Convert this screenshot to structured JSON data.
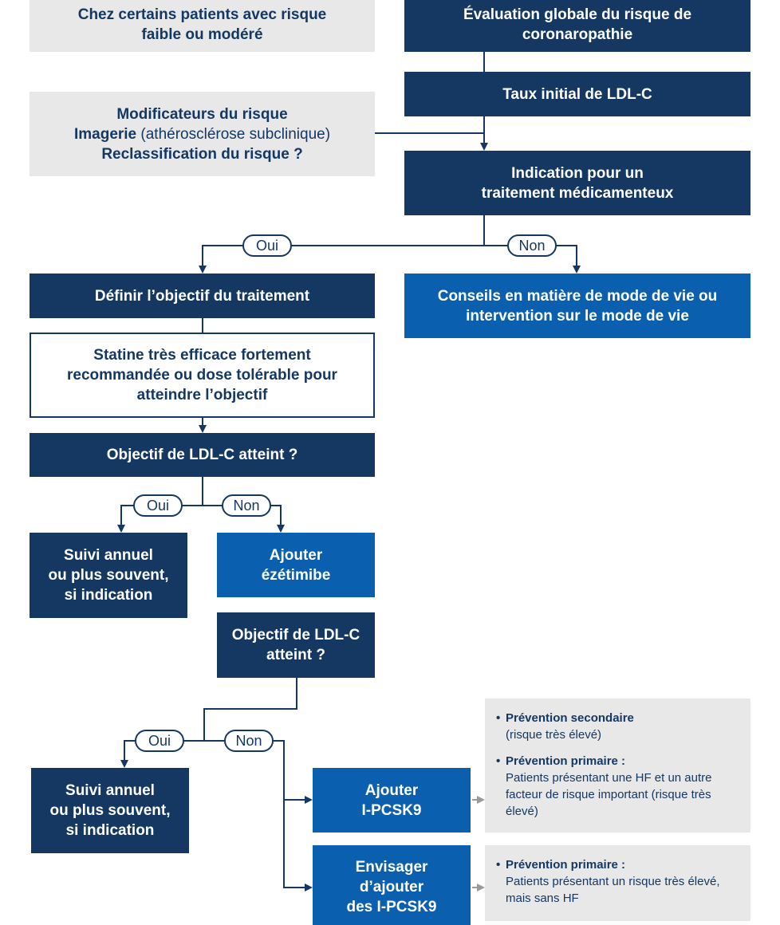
{
  "nodes": {
    "n_low_risk": [
      "Chez certains patients avec risque",
      "faible ou modéré"
    ],
    "n_global_eval": [
      "Évaluation globale du risque de",
      "coronaropathie"
    ],
    "n_ldl_initial": [
      "Taux initial de LDL-C"
    ],
    "n_modifiers": {
      "line1": "Modificateurs du risque",
      "line2_bold": "Imagerie",
      "line2_normal": "(athérosclérose subclinique)",
      "line3": "Reclassification du risque ?"
    },
    "n_indication": [
      "Indication pour un",
      "traitement médicamenteux"
    ],
    "n_define_goal": [
      "Définir l’objectif du traitement"
    ],
    "n_lifestyle": [
      "Conseils en matière de mode de vie ou",
      "intervention sur le mode de vie"
    ],
    "n_statin": [
      "Statine très efficace fortement",
      "recommandée ou dose tolérable pour",
      "atteindre l’objectif"
    ],
    "n_goal_reached_1": [
      "Objectif de LDL-C atteint ?"
    ],
    "n_followup_1": [
      "Suivi annuel",
      "ou plus souvent,",
      "si indication"
    ],
    "n_add_ezetimibe": [
      "Ajouter",
      "ézétimibe"
    ],
    "n_goal_reached_2": [
      "Objectif de LDL-C",
      "atteint ?"
    ],
    "n_followup_2": [
      "Suivi annuel",
      "ou plus souvent,",
      "si indication"
    ],
    "n_add_pcsk9": [
      "Ajouter",
      "I-PCSK9"
    ],
    "n_consider_pcsk9": [
      "Envisager",
      "d’ajouter",
      "des I-PCSK9"
    ]
  },
  "labels": {
    "yes": "Oui",
    "no": "Non"
  },
  "notes": {
    "note_pcsk9": [
      {
        "bullet": "•",
        "head": "Prévention secondaire",
        "body": "(risque très élevé)"
      },
      {
        "bullet": "•",
        "head": "Prévention primaire :",
        "body": "Patients présentant une HF et un autre facteur de risque important (risque très élevé)"
      }
    ],
    "note_consider": [
      {
        "bullet": "•",
        "head": "Prévention primaire :",
        "body": "Patients présentant un risque très élevé, mais sans HF"
      }
    ]
  },
  "colors": {
    "dark_navy": "#143862",
    "medium_blue": "#0a5fae",
    "light_grey": "#e8e8e8",
    "arrow_grey": "#9a9a9a"
  }
}
